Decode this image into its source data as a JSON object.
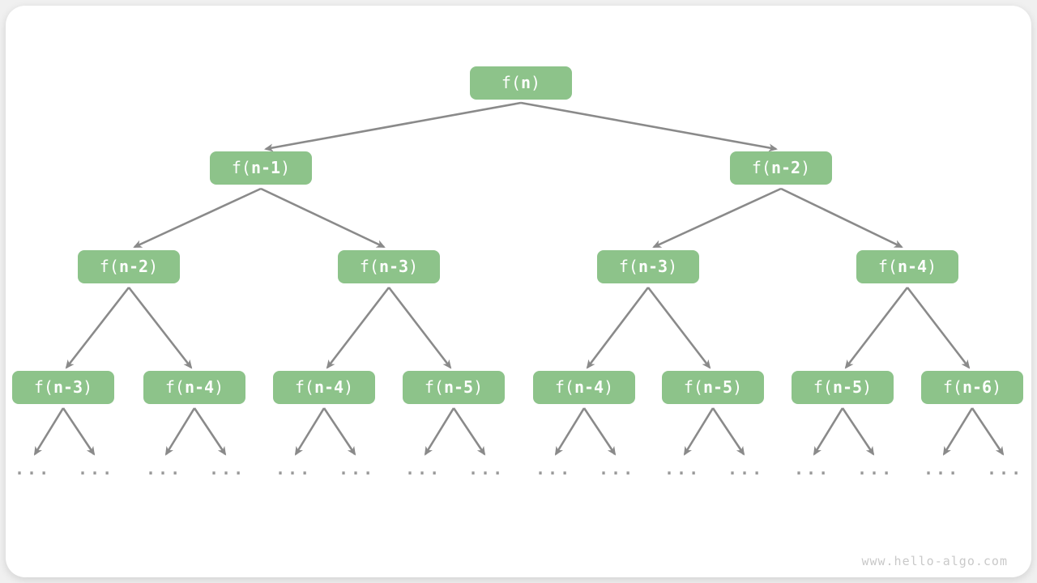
{
  "colors": {
    "node_fill": "#8dc38a",
    "node_text": "#ffffff",
    "arrow": "#8a8a8a",
    "dots": "#9a9a9a",
    "watermark": "#c9c9c9",
    "page_bg": "#f0f0f0",
    "card_bg": "#ffffff"
  },
  "tree": {
    "levels": [
      {
        "nodes": [
          {
            "pre": "f(",
            "arg": "n",
            "post": ")"
          }
        ]
      },
      {
        "nodes": [
          {
            "pre": "f(",
            "arg": "n-1",
            "post": ")"
          },
          {
            "pre": "f(",
            "arg": "n-2",
            "post": ")"
          }
        ]
      },
      {
        "nodes": [
          {
            "pre": "f(",
            "arg": "n-2",
            "post": ")"
          },
          {
            "pre": "f(",
            "arg": "n-3",
            "post": ")"
          },
          {
            "pre": "f(",
            "arg": "n-3",
            "post": ")"
          },
          {
            "pre": "f(",
            "arg": "n-4",
            "post": ")"
          }
        ]
      },
      {
        "nodes": [
          {
            "pre": "f(",
            "arg": "n-3",
            "post": ")"
          },
          {
            "pre": "f(",
            "arg": "n-4",
            "post": ")"
          },
          {
            "pre": "f(",
            "arg": "n-4",
            "post": ")"
          },
          {
            "pre": "f(",
            "arg": "n-5",
            "post": ")"
          },
          {
            "pre": "f(",
            "arg": "n-4",
            "post": ")"
          },
          {
            "pre": "f(",
            "arg": "n-5",
            "post": ")"
          },
          {
            "pre": "f(",
            "arg": "n-5",
            "post": ")"
          },
          {
            "pre": "f(",
            "arg": "n-6",
            "post": ")"
          }
        ]
      }
    ],
    "ellipsis": "..."
  },
  "page": {
    "watermark": "www.hello-algo.com"
  }
}
